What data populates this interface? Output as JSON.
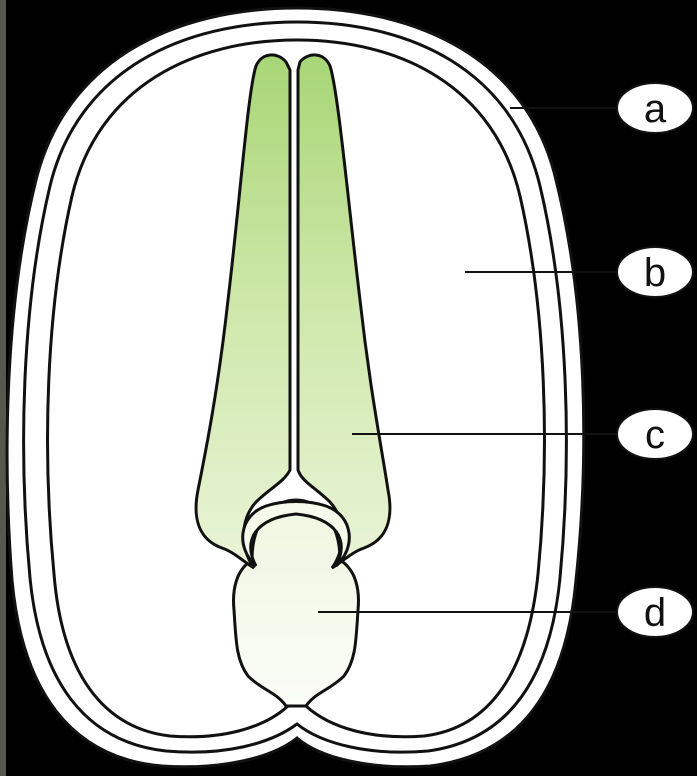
{
  "colors": {
    "background": "#000000",
    "seed": "#ffffff",
    "outline": "#111111",
    "frame": "#55584a",
    "embryo_green": "#b4dd82",
    "embryo_pale": "#f7faf0"
  },
  "labels": [
    {
      "id": "a",
      "text": "a"
    },
    {
      "id": "b",
      "text": "b"
    },
    {
      "id": "c",
      "text": "c"
    },
    {
      "id": "d",
      "text": "d"
    }
  ]
}
